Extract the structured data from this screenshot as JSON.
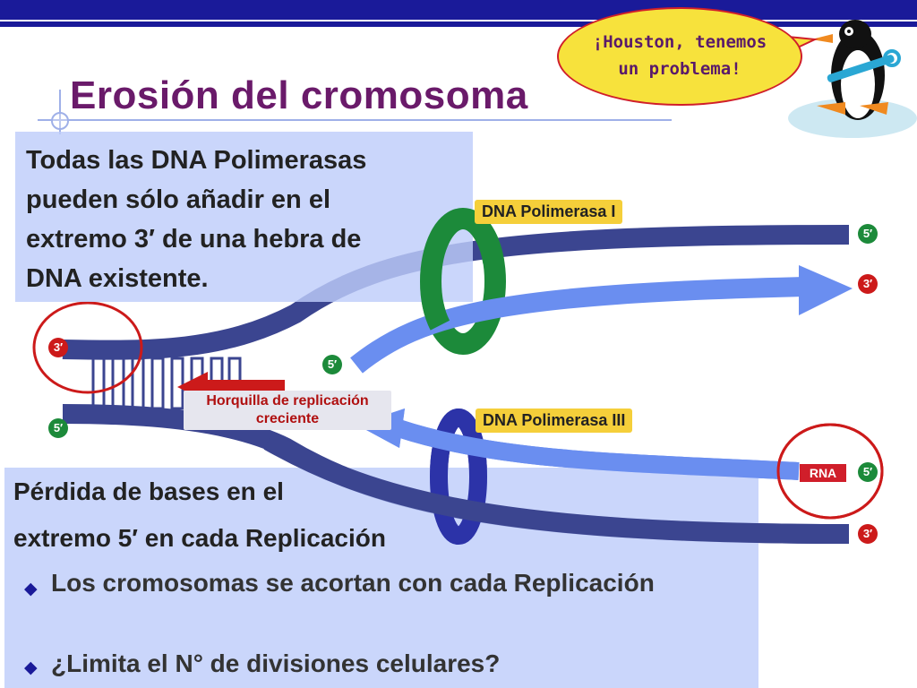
{
  "slide": {
    "title": "Erosión del cromosoma",
    "intro_lines": [
      "Todas las DNA Polimerasas",
      "pueden sólo añadir en el",
      "extremo 3′ de una hebra de",
      "DNA existente."
    ],
    "loss_lines": [
      "Pérdida de bases en el",
      "extremo 5′ en cada Replicación"
    ],
    "bullets": [
      "Los cromosomas se acortan con cada Replicación",
      "¿Limita el N° de divisiones celulares?"
    ]
  },
  "speech_bubble": {
    "lines": [
      "¡Houston, tenemos",
      "un problema!"
    ]
  },
  "diagram": {
    "enzyme_labels": [
      "DNA Polimerasa I",
      "DNA Polimerasa III"
    ],
    "fork_label_lines": [
      "Horquilla de replicación",
      "creciente"
    ],
    "primer_label": "RNA",
    "end_labels": {
      "top_right_upper": "5′",
      "top_right_lower": "3′",
      "bottom_right_upper": "5′",
      "bottom_right_lower": "3′",
      "left_upper": "3′",
      "left_lower": "5′",
      "leading_start": "5′"
    }
  },
  "colors": {
    "title": "#6a1a6a",
    "template_strand": "#3b4590",
    "new_strand": "#6a8ef0",
    "polimerasa_I": "#1c8a3a",
    "polimerasa_III": "#2c33a8",
    "highlight_circle": "#cc1a1a",
    "label_background": "#f5cf3a"
  }
}
